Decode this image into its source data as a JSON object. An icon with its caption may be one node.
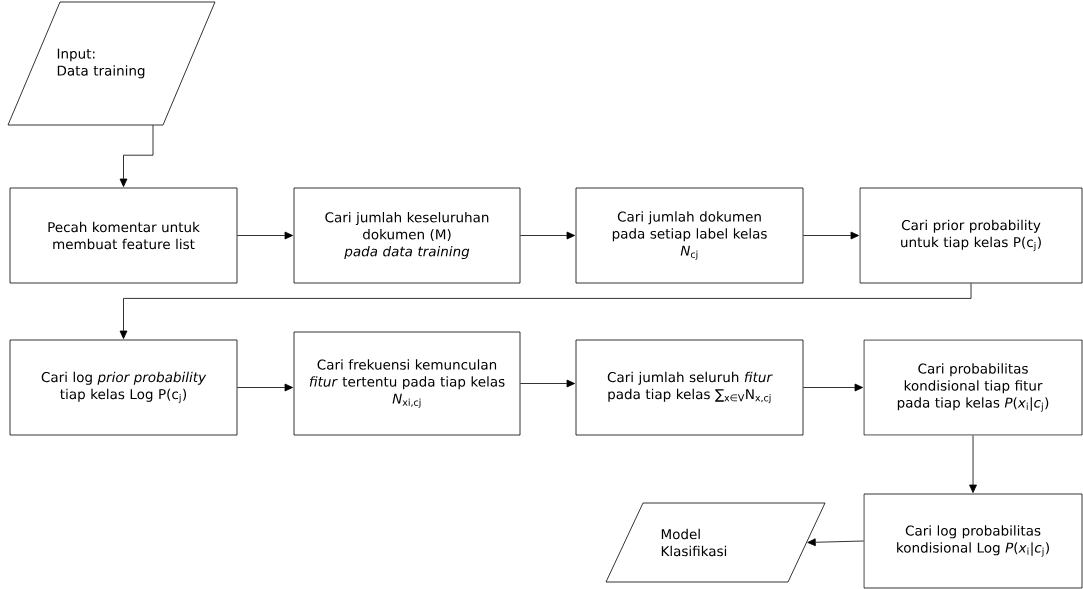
{
  "diagram": {
    "nodes": [
      {
        "text": [
          "Input:",
          "Data training"
        ]
      },
      {
        "text": [
          "Pecah komentar untuk membuat feature list"
        ]
      },
      {
        "text": [
          "Cari jumlah keseluruhan dokumen (M) *pada data training*"
        ]
      },
      {
        "text": [
          "Cari jumlah dokumen pada setiap label kelas",
          "*N*$_{cj}$"
        ]
      },
      {
        "text": [
          "Cari prior probability untuk tiap kelas P(c$_{j}$)"
        ]
      },
      {
        "text": [
          "Cari log *prior probability* tiap kelas Log P(c$_{j}$)"
        ]
      },
      {
        "text": [
          "Cari frekuensi kemunculan *fitur* tertentu pada tiap kelas",
          "*N*$_{xi,cj}$"
        ]
      },
      {
        "text": [
          "Cari jumlah seluruh *fitur* pada tiap kelas ∑$_{x∈V}$N$_{x,cj}$"
        ]
      },
      {
        "text": [
          "Cari probabilitas kondisional tiap fitur pada tiap kelas *P*(*x*$_{i}$|*c*$_{j}$)"
        ]
      },
      {
        "text": [
          "Cari log probabilitas kondisional Log *P*(*x*$_{i}$|*c*$_{j}$)"
        ]
      },
      {
        "text": [
          "Model Klasifikasi"
        ]
      }
    ],
    "edges": [
      {
        "from": 0,
        "to": 1,
        "arrow": "to"
      },
      {
        "from": 1,
        "to": 2,
        "arrow": "to"
      },
      {
        "from": 2,
        "to": 3,
        "arrow": "to"
      },
      {
        "from": 3,
        "to": 4,
        "arrow": "to"
      },
      {
        "from": 4,
        "to": 5,
        "arrow": "to"
      },
      {
        "from": 5,
        "to": 6,
        "arrow": "to"
      },
      {
        "from": 6,
        "to": 7,
        "arrow": "to"
      },
      {
        "from": 7,
        "to": 8,
        "arrow": "to"
      },
      {
        "from": 8,
        "to": 9,
        "arrow": "to"
      },
      {
        "from": 9,
        "to": 10,
        "arrow": "to"
      }
    ]
  }
}
